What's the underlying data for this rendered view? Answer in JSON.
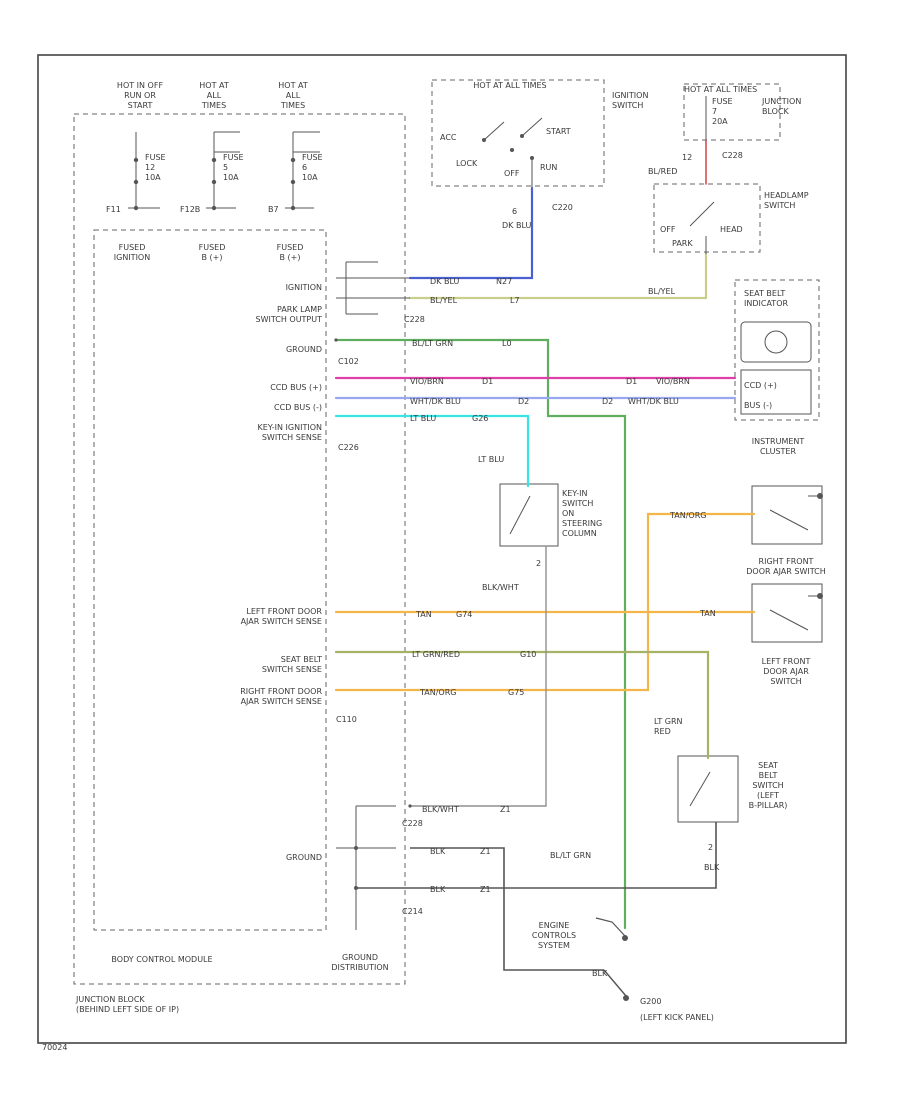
{
  "colors": {
    "dk_blu": "#4a5fd0",
    "bl_yel": "#c9cf8a",
    "bl_grn": "#5fae5f",
    "vio_brn": "#de3fa8",
    "wht_dk_blu": "#98a8ee",
    "lt_blu": "#38e4e4",
    "tan_org": "#f4b64a",
    "lt_grn_red": "#a6b265",
    "blk_wht": "#909090",
    "blk": "#505050",
    "red": "#d05050"
  },
  "labels": {
    "hot_rs_off_run_start": [
      "HOT IN OFF",
      "RUN OR",
      "START"
    ],
    "hot_at_all_times_1": [
      "HOT AT",
      "ALL",
      "TIMES"
    ],
    "hot_at_all_times_2": [
      "HOT AT",
      "ALL",
      "TIMES"
    ],
    "fuse_12": [
      "FUSE",
      "12",
      "10A"
    ],
    "fuse_5": [
      "FUSE",
      "5",
      "10A"
    ],
    "fuse_6": [
      "FUSE",
      "6",
      "10A"
    ],
    "pin_f11": "F11",
    "pin_f12b": "F12B",
    "pin_b7": "B7",
    "fused_ignition": [
      "FUSED",
      "IGNITION"
    ],
    "fused_b1": [
      "FUSED",
      "B (+)"
    ],
    "fused_b2": [
      "FUSED",
      "B (+)"
    ],
    "hot_at_all_times_top": "HOT AT ALL TIMES",
    "acc": "ACC",
    "start": "START",
    "lock": "LOCK",
    "off": "OFF",
    "run": "RUN",
    "ignition_switch": [
      "IGNITION",
      "SWITCH"
    ],
    "wire_dk_blu_num": "6",
    "wire_dk_blu": "DK BLU",
    "c220": "C220",
    "hot_at_all_times_jb": "HOT AT ALL TIMES",
    "fuse_7": [
      "FUSE",
      "7",
      "20A"
    ],
    "junction_block": [
      "JUNCTION",
      "BLOCK"
    ],
    "c228_top": "C228",
    "wire_12": "12",
    "bl_red": "BL/RED",
    "headlamp_switch": [
      "HEADLAMP",
      "SWITCH"
    ],
    "off_hs": "OFF",
    "park": "PARK",
    "head": "HEAD",
    "bl_yel_right": "BL/YEL",
    "ignition": "IGNITION",
    "park_lamp": [
      "PARK LAMP",
      "SWITCH OUTPUT"
    ],
    "ground_1": "GROUND",
    "c102": "C102",
    "ccd_pos": "CCD BUS (+)",
    "ccd_neg": "CCD BUS (-)",
    "key_in": [
      "KEY-IN IGNITION",
      "SWITCH SENSE"
    ],
    "c228_mid": "C228",
    "c226": "C226",
    "w_dk_blu": "DK BLU",
    "w_dk_blu_n": "N27",
    "w_bl_yel": "BL/YEL",
    "w_bl_yel_n": "L7",
    "w_bl_grn": "BL/LT GRN",
    "w_bl_grn_n": "L0",
    "w_vio": "VIO/BRN",
    "w_vio_n": "D1",
    "w_wht": "WHT/DK BLU",
    "w_wht_n": "D2",
    "w_ltblu": "LT BLU",
    "w_ltblu_n": "G26",
    "seat_belt_indicator": [
      "SEAT BELT",
      "INDICATOR"
    ],
    "ccd_pos_ic": "CCD (+)",
    "ccd_neg_ic": "BUS (-)",
    "d1_ic": "D1",
    "d2_ic": "D2",
    "vio_ic": "VIO/BRN",
    "wht_ic": "WHT/DK BLU",
    "instrument_cluster": [
      "INSTRUMENT",
      "CLUSTER"
    ],
    "lt_blu_v": "LT BLU",
    "key_in_switch": [
      "KEY-IN",
      "SWITCH",
      "ON",
      "STEERING",
      "COLUMN"
    ],
    "key_num": "2",
    "blk_wht_v": "BLK/WHT",
    "tan_org_top": "TAN/ORG",
    "right_front_door": [
      "RIGHT FRONT",
      "DOOR AJAR SWITCH"
    ],
    "tan_right": "TAN",
    "left_front_door_switch": [
      "LEFT FRONT",
      "DOOR AJAR",
      "SWITCH"
    ],
    "lf_door_sense": [
      "LEFT FRONT DOOR",
      "AJAR SWITCH SENSE"
    ],
    "w_tan": "TAN",
    "w_tan_n": "G74",
    "seat_belt_sense": [
      "SEAT BELT",
      "SWITCH SENSE"
    ],
    "w_ltgrn": "LT GRN/RED",
    "w_ltgrn_n": "G10",
    "rf_door_sense": [
      "RIGHT FRONT DOOR",
      "AJAR SWITCH SENSE"
    ],
    "w_tanorg": "TAN/ORG",
    "w_tanorg_n": "G75",
    "c110": "C110",
    "lt_grn_red_v": [
      "LT GRN",
      "RED"
    ],
    "seat_belt_switch": [
      "SEAT",
      "BELT",
      "SWITCH",
      "(LEFT",
      "B-PILLAR)"
    ],
    "w_blkwht_bottom": "BLK/WHT",
    "w_blkwht_n": "Z1",
    "c228_bottom": "C228",
    "ground_2": "GROUND",
    "w_blk1": "BLK",
    "w_blk1_n": "Z1",
    "bl_lt_grn_bottom": "BL/LT GRN",
    "seat_num": "2",
    "blk_seat": "BLK",
    "w_blk2": "BLK",
    "w_blk2_n": "Z1",
    "c214": "C214",
    "engine_controls": [
      "ENGINE",
      "CONTROLS",
      "SYSTEM"
    ],
    "blk_gnd": "BLK",
    "g200": "G200",
    "left_kick": "(LEFT KICK PANEL)",
    "body_control_module": "BODY CONTROL MODULE",
    "ground_distribution": [
      "GROUND",
      "DISTRIBUTION"
    ],
    "junction_block_behind": [
      "JUNCTION BLOCK",
      "(BEHIND LEFT SIDE OF IP)"
    ],
    "figure_id": "70024"
  }
}
